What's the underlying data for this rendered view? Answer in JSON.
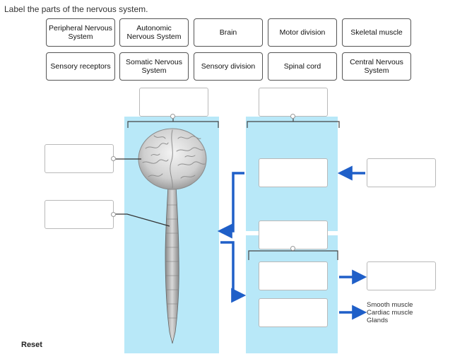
{
  "instruction": "Label the parts of the nervous system.",
  "tiles": [
    {
      "label": "Peripheral Nervous System"
    },
    {
      "label": "Autonomic Nervous System"
    },
    {
      "label": "Brain"
    },
    {
      "label": "Motor division"
    },
    {
      "label": "Skeletal muscle"
    },
    {
      "label": "Sensory receptors"
    },
    {
      "label": "Somatic Nervous System"
    },
    {
      "label": "Sensory division"
    },
    {
      "label": "Spinal cord"
    },
    {
      "label": "Central Nervous System"
    }
  ],
  "effectors": {
    "smooth": "Smooth muscle",
    "cardiac": "Cardiac muscle",
    "glands": "Glands"
  },
  "reset_label": "Reset",
  "colors": {
    "panel": "#b8e8f8",
    "arrow": "#1f5fc8"
  }
}
